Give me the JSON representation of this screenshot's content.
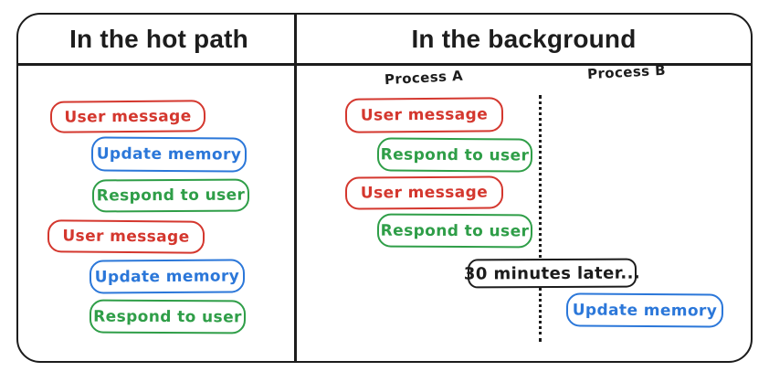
{
  "colors": {
    "red": "#d4372e",
    "blue": "#2b77d9",
    "green": "#2f9e48",
    "ink": "#1c1c1c"
  },
  "panels": {
    "hot_path": {
      "title": "In the hot path",
      "boxes": [
        {
          "label": "User message",
          "color": "red"
        },
        {
          "label": "Update memory",
          "color": "blue"
        },
        {
          "label": "Respond to user",
          "color": "green"
        },
        {
          "label": "User message",
          "color": "red"
        },
        {
          "label": "Update memory",
          "color": "blue"
        },
        {
          "label": "Respond to user",
          "color": "green"
        }
      ]
    },
    "background": {
      "title": "In the background",
      "process_a": {
        "label": "Process A",
        "boxes": [
          {
            "label": "User message",
            "color": "red"
          },
          {
            "label": "Respond to user",
            "color": "green"
          },
          {
            "label": "User message",
            "color": "red"
          },
          {
            "label": "Respond to user",
            "color": "green"
          }
        ]
      },
      "process_b": {
        "label": "Process B",
        "boxes": [
          {
            "label": "Update memory",
            "color": "blue"
          }
        ]
      },
      "timeline_note": "30 minutes later..."
    }
  }
}
